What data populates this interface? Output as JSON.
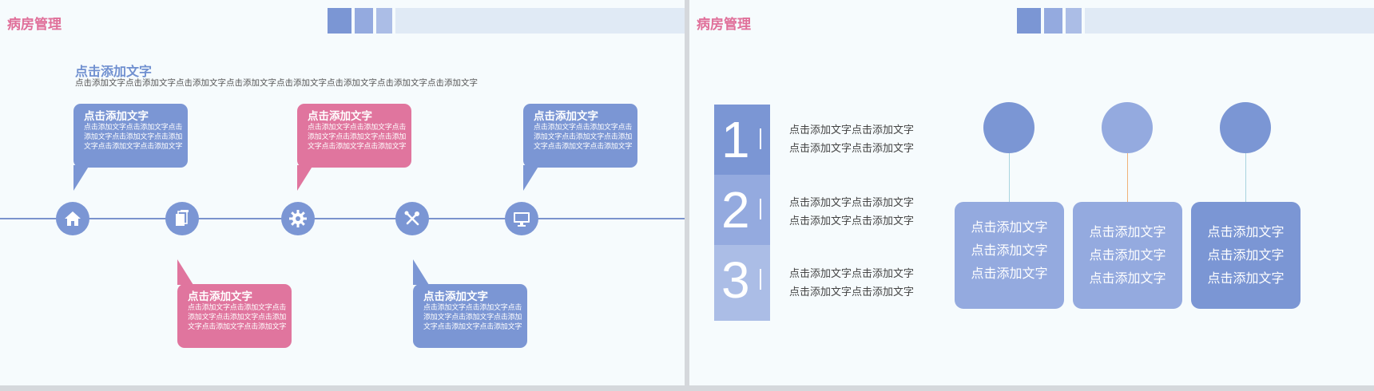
{
  "colors": {
    "pink": "#e0759e",
    "blue": "#7b96d4",
    "blue_light": "#94aadf",
    "blue_lighter": "#abbde6",
    "title_pink": "#e0709a"
  },
  "left_slide": {
    "title": "病房管理",
    "heading": "点击添加文字",
    "subtext": "点击添加文字点击添加文字点击添加文字点击添加文字点击添加文字点击添加文字点击添加文字点击添加文字",
    "nodes": [
      {
        "icon": "home-icon"
      },
      {
        "icon": "documents-icon"
      },
      {
        "icon": "gear-icon"
      },
      {
        "icon": "tools-icon"
      },
      {
        "icon": "monitor-icon"
      }
    ],
    "bubbles": [
      {
        "title": "点击添加文字",
        "line1": "点击添加文字点击添加文字点击",
        "line2": "添加文字点击添加文字点击添加",
        "line3": "文字点击添加文字点击添加文字"
      },
      {
        "title": "点击添加文字",
        "line1": "点击添加文字点击添加文字点击",
        "line2": "添加文字点击添加文字点击添加",
        "line3": "文字点击添加文字点击添加文字"
      },
      {
        "title": "点击添加文字",
        "line1": "点击添加文字点击添加文字点击",
        "line2": "添加文字点击添加文字点击添加",
        "line3": "文字点击添加文字点击添加文字"
      },
      {
        "title": "点击添加文字",
        "line1": "点击添加文字点击添加文字点击",
        "line2": "添加文字点击添加文字点击添加",
        "line3": "文字点击添加文字点击添加文字"
      },
      {
        "title": "点击添加文字",
        "line1": "点击添加文字点击添加文字点击",
        "line2": "添加文字点击添加文字点击添加",
        "line3": "文字点击添加文字点击添加文字"
      }
    ]
  },
  "right_slide": {
    "title": "病房管理",
    "numbers": [
      {
        "num": "1",
        "line1": "点击添加文字点击添加文字",
        "line2": "点击添加文字点击添加文字"
      },
      {
        "num": "2",
        "line1": "点击添加文字点击添加文字",
        "line2": "点击添加文字点击添加文字"
      },
      {
        "num": "3",
        "line1": "点击添加文字点击添加文字",
        "line2": "点击添加文字点击添加文字"
      }
    ],
    "cards": [
      {
        "line1": "点击添加文字",
        "line2": "点击添加文字",
        "line3": "点击添加文字"
      },
      {
        "line1": "点击添加文字",
        "line2": "点击添加文字",
        "line3": "点击添加文字"
      },
      {
        "line1": "点击添加文字",
        "line2": "点击添加文字",
        "line3": "点击添加文字"
      }
    ]
  }
}
